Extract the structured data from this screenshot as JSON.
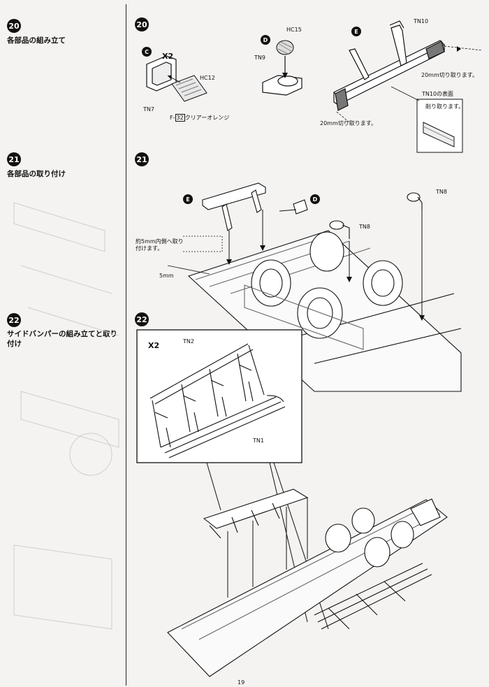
{
  "steps": [
    {
      "number": "20",
      "title": "各部品の組み立て"
    },
    {
      "number": "21",
      "title": "各部品の取り付け"
    },
    {
      "number": "22",
      "title": "サイドバンパーの組み立てと取り付け"
    }
  ],
  "step20": {
    "callout_c": "C",
    "callout_d": "D",
    "callout_e": "E",
    "x2_mark": "X2",
    "parts": {
      "tn7": "TN7",
      "hc12": "HC12",
      "hc15": "HC15",
      "tn9": "TN9",
      "tn10": "TN10"
    },
    "paint_code": "32",
    "paint_name": "クリアーオレンジ",
    "cut_right": "20mm切り取ります。",
    "cut_bottom": "20mm切り取ります。",
    "surface_title": "TN10の表面",
    "surface_note": "削り取ります。"
  },
  "step21": {
    "callout_e": "E",
    "callout_d": "D",
    "tn8_a": "TN8",
    "tn8_b": "TN8",
    "inner_note": "約5mm内側へ取り付けます。",
    "dimension": "5mm"
  },
  "step22": {
    "x2_mark": "X2",
    "tn2": "TN2",
    "tn1": "TN1"
  },
  "page_number": "19"
}
